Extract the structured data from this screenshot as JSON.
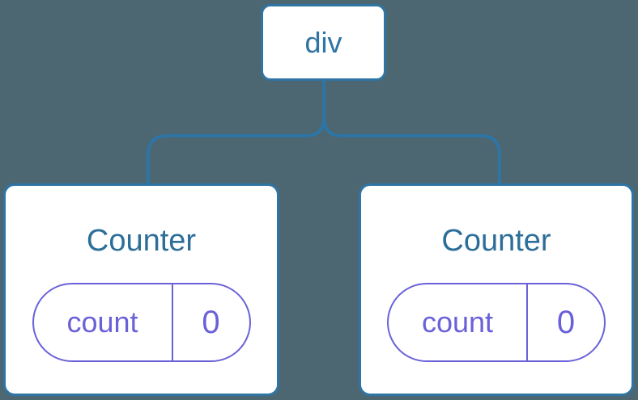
{
  "colors": {
    "background": "#4c6771",
    "blue": "#2e74a4",
    "counter_text": "#2d6e99",
    "purple": "#6a61d8",
    "box_bg": "#ffffff"
  },
  "tree": {
    "root": {
      "label": "div"
    },
    "children": [
      {
        "title": "Counter",
        "state": {
          "key": "count",
          "value": "0"
        }
      },
      {
        "title": "Counter",
        "state": {
          "key": "count",
          "value": "0"
        }
      }
    ]
  }
}
